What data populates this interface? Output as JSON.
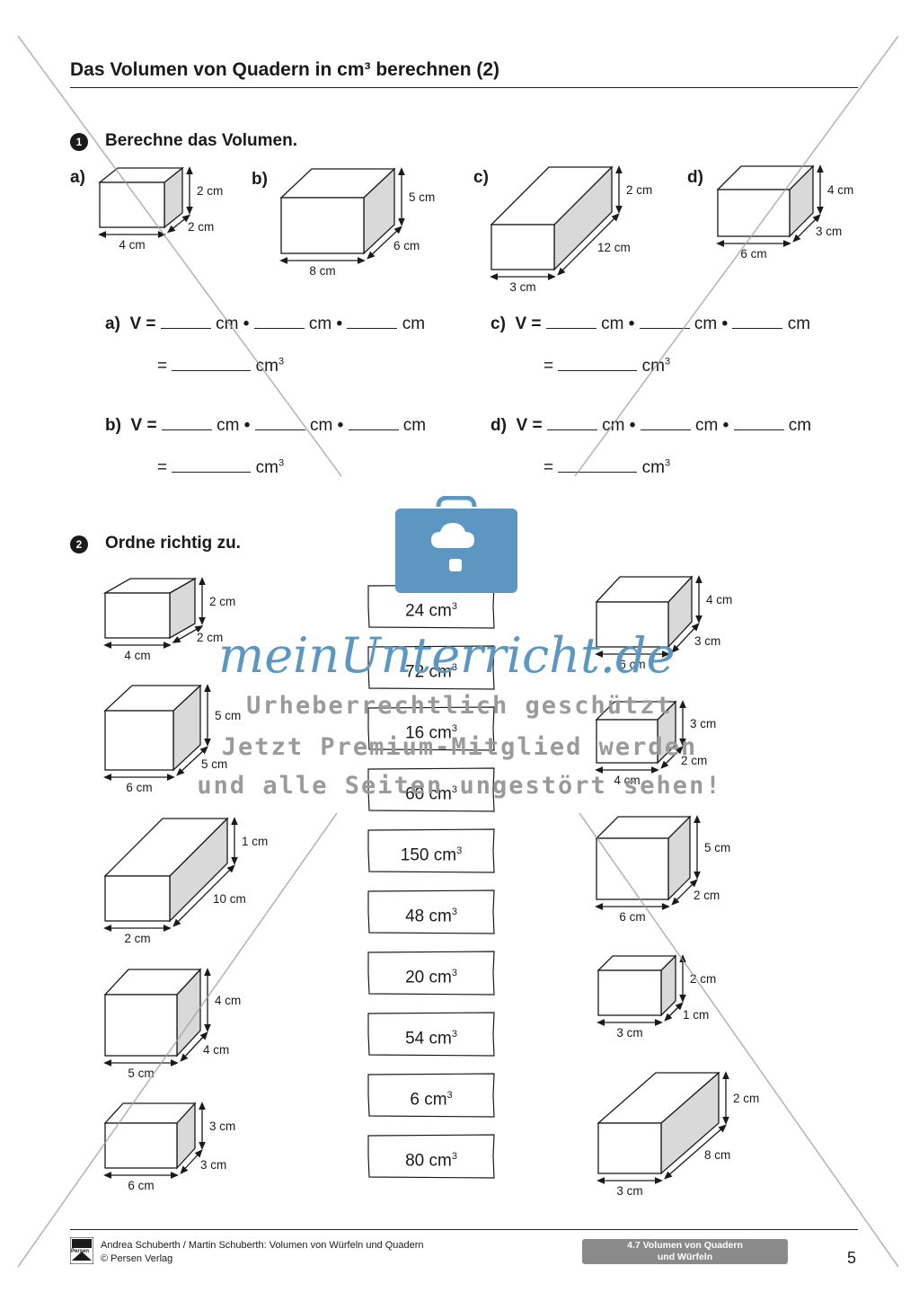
{
  "header": {
    "title": "Das Volumen von Quadern in cm³ berechnen (2)"
  },
  "task1": {
    "number": "1",
    "instruction": "Berechne das Volumen.",
    "figures": [
      {
        "label": "a)",
        "height": "2 cm",
        "depth": "2 cm",
        "width": "4 cm"
      },
      {
        "label": "b)",
        "height": "5 cm",
        "depth": "6 cm",
        "width": "8 cm"
      },
      {
        "label": "c)",
        "height": "2 cm",
        "depth": "12 cm",
        "width": "3 cm"
      },
      {
        "label": "d)",
        "height": "4 cm",
        "depth": "3 cm",
        "width": "6 cm"
      }
    ],
    "equations": {
      "a_label": "a)",
      "b_label": "b)",
      "c_label": "c)",
      "d_label": "d)",
      "v": "V =",
      "eq": "=",
      "unit": "cm",
      "unit3": "cm",
      "dot": "•",
      "cube_exp": "3"
    }
  },
  "task2": {
    "number": "2",
    "instruction": "Ordne richtig zu.",
    "left_figures": [
      {
        "height": "2 cm",
        "depth": "2 cm",
        "width": "4 cm"
      },
      {
        "height": "5 cm",
        "depth": "5 cm",
        "width": "6 cm"
      },
      {
        "height": "1 cm",
        "depth": "10 cm",
        "width": "2 cm"
      },
      {
        "height": "4 cm",
        "depth": "4 cm",
        "width": "5 cm"
      },
      {
        "height": "3 cm",
        "depth": "3 cm",
        "width": "6 cm"
      }
    ],
    "cards": [
      "24 cm",
      "72 cm",
      "16 cm",
      "60 cm",
      "150 cm",
      "48 cm",
      "20 cm",
      "54 cm",
      "6 cm",
      "80 cm"
    ],
    "cube_exp": "3",
    "right_figures": [
      {
        "height": "4 cm",
        "depth": "3 cm",
        "width": "6 cm"
      },
      {
        "height": "3 cm",
        "depth": "2 cm",
        "width": "4 cm"
      },
      {
        "height": "5 cm",
        "depth": "2 cm",
        "width": "6 cm"
      },
      {
        "height": "2 cm",
        "depth": "1 cm",
        "width": "3 cm"
      },
      {
        "height": "2 cm",
        "depth": "8 cm",
        "width": "3 cm"
      }
    ]
  },
  "watermark": {
    "brand": "meinUnterricht.de",
    "line1": "Urheberrechtlich geschützt",
    "line2": "Jetzt Premium-Mitglied werden",
    "line3": "und alle Seiten ungestört sehen!"
  },
  "footer": {
    "publisher_logo": "Persen",
    "authors": "Andrea Schuberth / Martin Schuberth: Volumen von Würfeln und Quadern",
    "copyright": "© Persen Verlag",
    "section_line1": "4.7 Volumen von Quadern",
    "section_line2": "und Würfeln",
    "page": "5"
  },
  "colors": {
    "watermark_blue": "#5b97c0",
    "cuboid_side": "#d9d9d9",
    "badge": "#8a8a8a"
  }
}
